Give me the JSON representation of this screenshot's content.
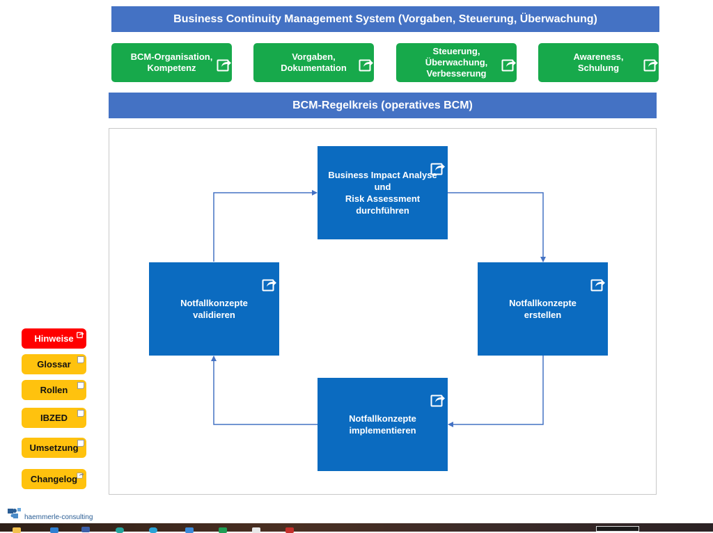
{
  "header": {
    "title": "Business Continuity Management System (Vorgaben, Steuerung, Überwachung)"
  },
  "pillars": [
    {
      "label": "BCM-Organisation,\nKompetenz"
    },
    {
      "label": "Vorgaben,\nDokumentation"
    },
    {
      "label": "Steuerung,\nÜberwachung,\nVerbesserung"
    },
    {
      "label": "Awareness,\nSchulung"
    }
  ],
  "cycle": {
    "title": "BCM-Regelkreis (operatives BCM)",
    "steps": {
      "top": "Business Impact Analyse\nund\nRisk Assessment\ndurchführen",
      "right": "Notfallkonzepte\nerstellen",
      "bottom": "Notfallkonzepte\nimplementieren",
      "left": "Notfallkonzepte\nvalidieren"
    }
  },
  "sidebar": {
    "buttons": [
      {
        "label": "Hinweise",
        "color": "#ff0000"
      },
      {
        "label": "Glossar",
        "color": "#ffc20e"
      },
      {
        "label": "Rollen",
        "color": "#ffc20e"
      },
      {
        "label": "IBZED",
        "color": "#ffc20e"
      },
      {
        "label": "Umsetzung",
        "color": "#ffc20e"
      },
      {
        "label": "Changelog",
        "color": "#ffc20e"
      }
    ]
  },
  "footer": {
    "logo_text": "haemmerle-consulting"
  },
  "colors": {
    "header_blue": "#4472c4",
    "pillar_green": "#17a94b",
    "process_blue": "#0b6bc0",
    "arrow_blue": "#4472c4"
  }
}
